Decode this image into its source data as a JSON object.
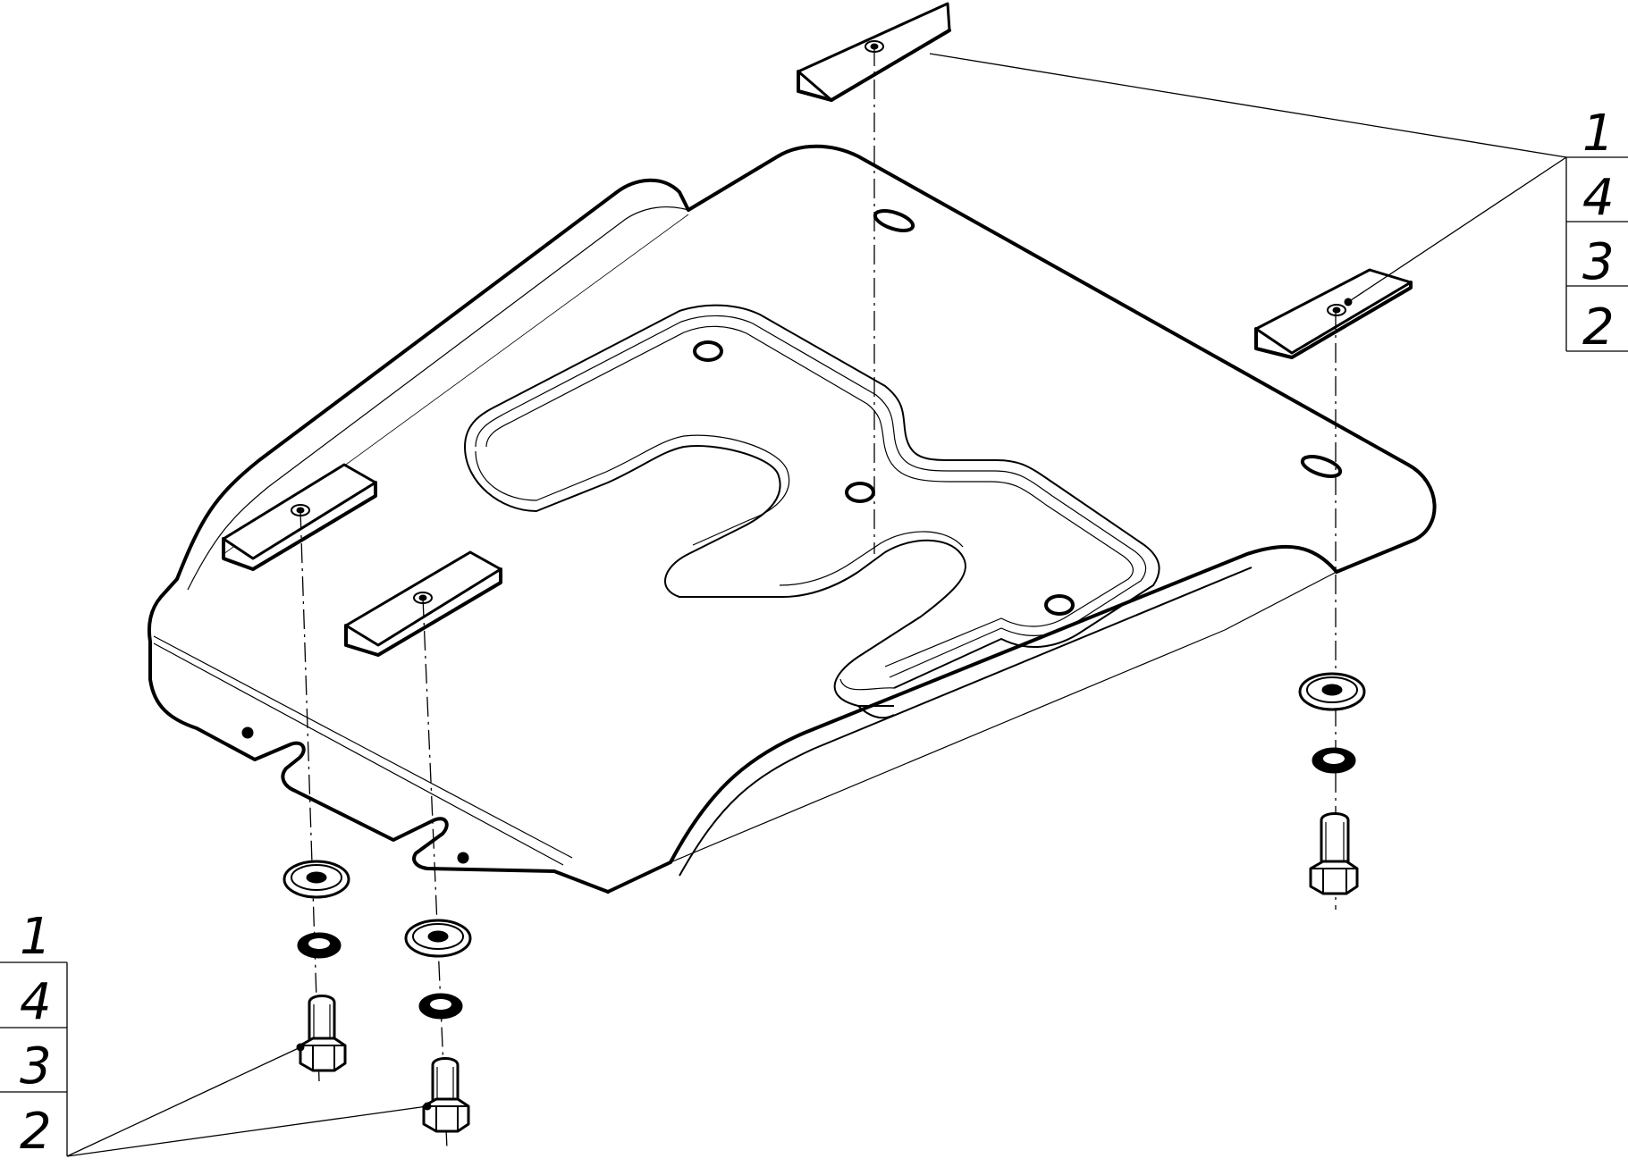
{
  "callouts": [
    {
      "id": "upper-right",
      "labels": [
        "1",
        "4",
        "3",
        "2"
      ]
    },
    {
      "id": "lower-left",
      "labels": [
        "1",
        "4",
        "3",
        "2"
      ]
    }
  ]
}
